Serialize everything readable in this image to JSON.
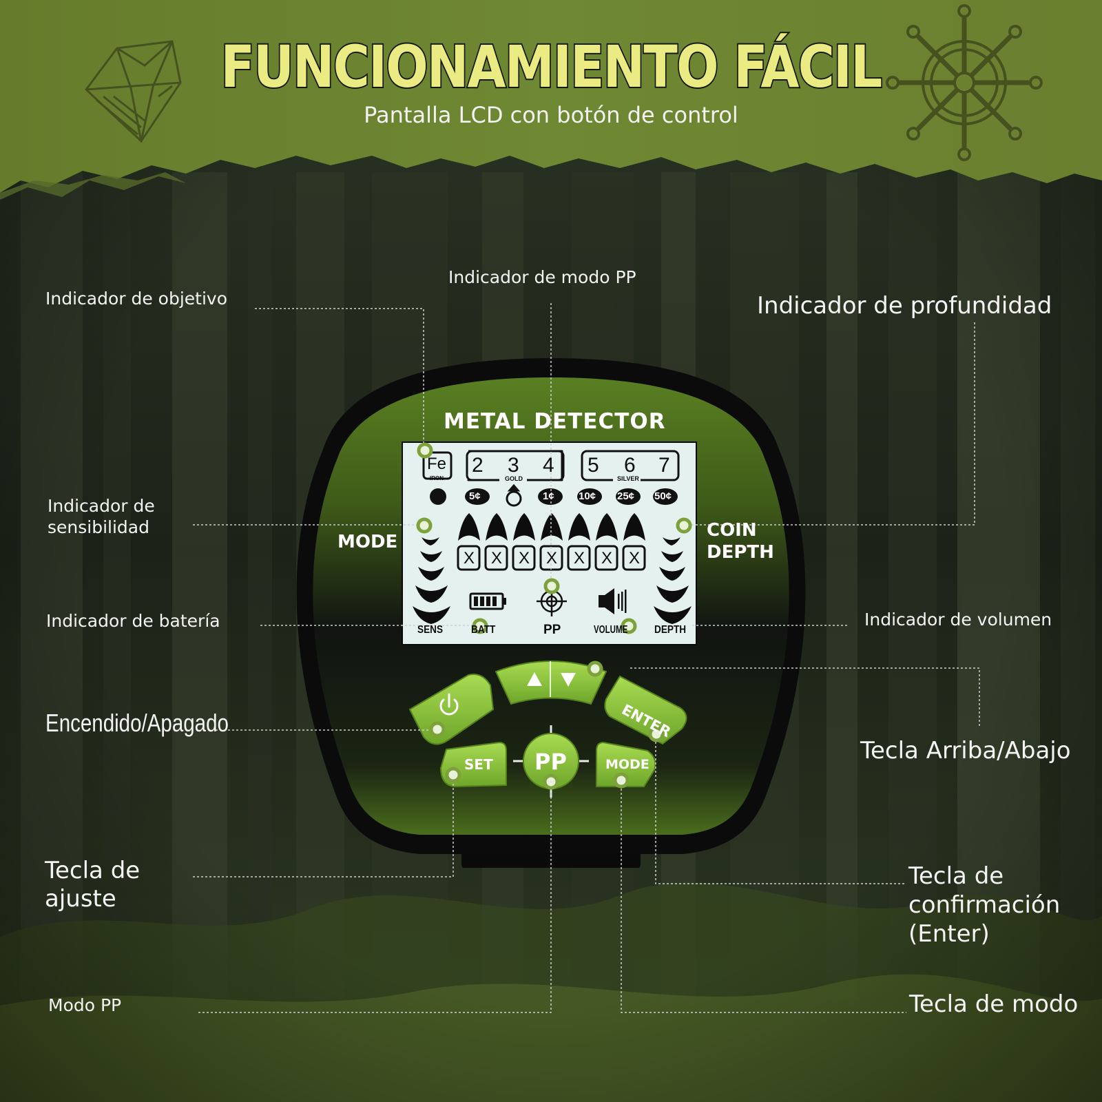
{
  "header": {
    "title": "FUNCIONAMIENTO FÁCIL",
    "subtitle": "Pantalla LCD con botón de control"
  },
  "callouts": {
    "target": "Indicador de objetivo",
    "pp_mode_indicator": "Indicador de modo PP",
    "depth_indicator": "Indicador de profundidad",
    "sensitivity_line1": "Indicador de",
    "sensitivity_line2": "sensibilidad",
    "battery": "Indicador de batería",
    "volume": "Indicador de volumen",
    "power": "Encendido/Apagado",
    "updown": "Tecla Arriba/Abajo",
    "set_line1": "Tecla de",
    "set_line2": "ajuste",
    "enter_line1": "Tecla de",
    "enter_line2": "confirmación",
    "enter_line3": "(Enter)",
    "pp_mode": "Modo PP",
    "mode_key": "Tecla de modo"
  },
  "device": {
    "brand": "METAL DETECTOR",
    "left_label": "MODE",
    "right_label_1": "COIN",
    "right_label_2": "DEPTH",
    "lcd": {
      "fe": "Fe",
      "iron": "IRON",
      "gold_nums": [
        "2",
        "3",
        "4"
      ],
      "gold": "GOLD",
      "silver_nums": [
        "5",
        "6",
        "7"
      ],
      "silver": "SILVER",
      "coins": [
        "5¢",
        "1¢",
        "10¢",
        "25¢",
        "50¢"
      ],
      "x_mark": "X",
      "sens": "SENS",
      "batt": "BATT",
      "pp": "PP",
      "volume": "VOLUME",
      "depth": "DEPTH"
    },
    "buttons": {
      "set": "SET",
      "pp": "PP",
      "mode": "MODE",
      "enter": "ENTER"
    }
  },
  "colors": {
    "header_green": "#6b8230",
    "title_yellow": "#eaeb83",
    "button_green": "#8cc43a",
    "lcd_bg": "#e4f1ee"
  },
  "icons": [
    "diamond-icon",
    "ship-wheel-icon",
    "power-icon",
    "battery-icon",
    "crosshair-icon",
    "speaker-icon",
    "arrow-up-icon",
    "arrow-down-icon",
    "ring-icon"
  ]
}
